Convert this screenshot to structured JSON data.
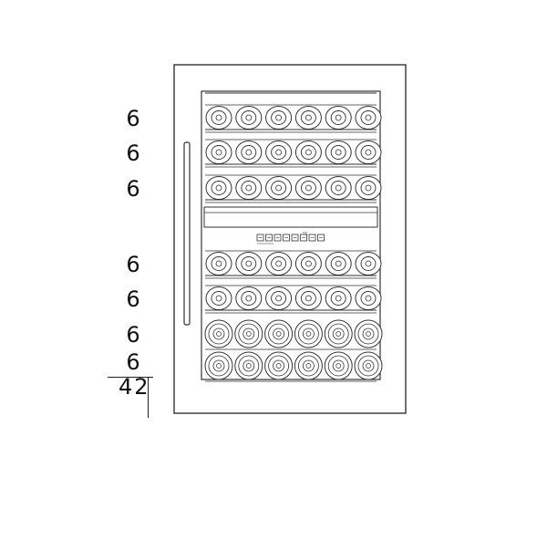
{
  "diagram": {
    "shelves": [
      {
        "count": "6",
        "bottles": 6,
        "style": "side"
      },
      {
        "count": "6",
        "bottles": 6,
        "style": "side"
      },
      {
        "count": "6",
        "bottles": 6,
        "style": "side"
      },
      {
        "count": "6",
        "bottles": 6,
        "style": "side"
      },
      {
        "count": "6",
        "bottles": 6,
        "style": "side"
      },
      {
        "count": "6",
        "bottles": 6,
        "style": "front"
      },
      {
        "count": "6",
        "bottles": 6,
        "style": "front"
      }
    ],
    "total": "42",
    "control_panel": {
      "button_icons": [
        "power-icon",
        "light-icon",
        "lock-icon",
        "display-icon",
        "display-icon",
        "up-icon",
        "down-icon",
        "zone-icon"
      ],
      "temp_unit": "°C"
    },
    "colors": {
      "stroke": "#333333",
      "fill": "#ffffff"
    }
  }
}
